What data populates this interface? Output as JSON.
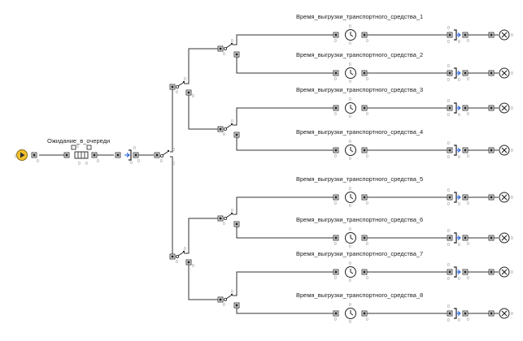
{
  "diagram": {
    "queue_label": "Ожидание_в_очереди",
    "delay_labels": [
      "Время_выгрузки_транспортного_средства_1",
      "Время_выгрузки_транспортного_средства_2",
      "Время_выгрузки_транспортного_средства_3",
      "Время_выгрузки_транспортного_средства_4",
      "Время_выгрузки_транспортного_средства_5",
      "Время_выгрузки_транспортного_средства_6",
      "Время_выгрузки_транспортного_средства_7",
      "Время_выгрузки_транспортного_средства_8"
    ],
    "port_count_label": "0",
    "colors": {
      "line": "#333333",
      "source_fill": "#f2c12e",
      "release_arrow": "#3a6fd8",
      "block_border": "#222222"
    },
    "icons": [
      "source-icon",
      "queue-icon",
      "seize-icon",
      "select-output-icon",
      "delay-icon",
      "release-icon",
      "sink-icon"
    ]
  }
}
